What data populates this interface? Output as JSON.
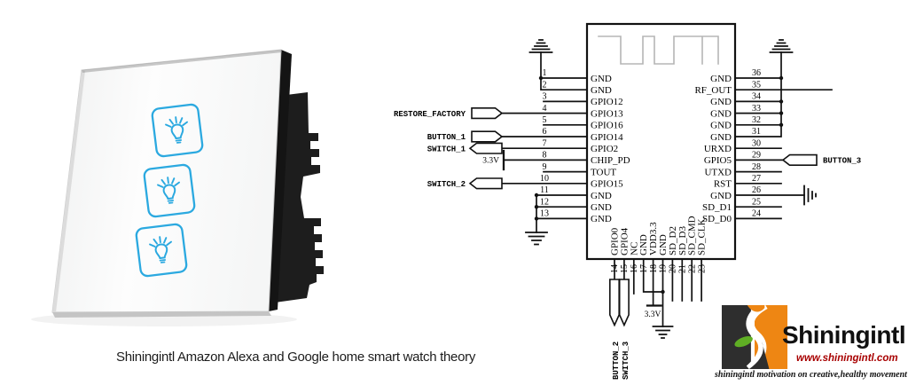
{
  "product": {
    "caption": "Shiningintl Amazon Alexa and Google home smart watch theory",
    "touch_keys": 3,
    "accent_color": "#2ba9e0"
  },
  "schematic": {
    "left_pins": [
      {
        "num": "1",
        "name": "GND"
      },
      {
        "num": "2",
        "name": "GND"
      },
      {
        "num": "3",
        "name": "GPIO12"
      },
      {
        "num": "4",
        "name": "GPIO13"
      },
      {
        "num": "5",
        "name": "GPIO16"
      },
      {
        "num": "6",
        "name": "GPIO14"
      },
      {
        "num": "7",
        "name": "GPIO2"
      },
      {
        "num": "8",
        "name": "CHIP_PD"
      },
      {
        "num": "9",
        "name": "TOUT"
      },
      {
        "num": "10",
        "name": "GPIO15"
      },
      {
        "num": "11",
        "name": "GND"
      },
      {
        "num": "12",
        "name": "GND"
      },
      {
        "num": "13",
        "name": "GND"
      }
    ],
    "right_pins": [
      {
        "num": "36",
        "name": "GND"
      },
      {
        "num": "35",
        "name": "RF_OUT"
      },
      {
        "num": "34",
        "name": "GND"
      },
      {
        "num": "33",
        "name": "GND"
      },
      {
        "num": "32",
        "name": "GND"
      },
      {
        "num": "31",
        "name": "GND"
      },
      {
        "num": "30",
        "name": "URXD"
      },
      {
        "num": "29",
        "name": "GPIO5"
      },
      {
        "num": "28",
        "name": "UTXD"
      },
      {
        "num": "27",
        "name": "RST"
      },
      {
        "num": "26",
        "name": "GND"
      },
      {
        "num": "25",
        "name": "SD_D1"
      },
      {
        "num": "24",
        "name": "SD_D0"
      }
    ],
    "bottom_pins": [
      {
        "num": "14",
        "name": "GPIO0"
      },
      {
        "num": "15",
        "name": "GPIO4"
      },
      {
        "num": "16",
        "name": "NC"
      },
      {
        "num": "17",
        "name": "GND"
      },
      {
        "num": "18",
        "name": "VDD3.3"
      },
      {
        "num": "19",
        "name": "GND"
      },
      {
        "num": "20",
        "name": "SD_D2"
      },
      {
        "num": "21",
        "name": "SD_D3"
      },
      {
        "num": "22",
        "name": "SD_CMD"
      },
      {
        "num": "23",
        "name": "SD_CLK"
      }
    ],
    "nets": {
      "restore_factory": "RESTORE_FACTORY",
      "button_1": "BUTTON_1",
      "switch_1": "SWITCH_1",
      "v33_left": "3.3V",
      "switch_2": "SWITCH_2",
      "button_3": "BUTTON_3",
      "button_2": "BUTTON_2",
      "switch_3": "SWITCH_3",
      "v33_bottom": "3.3V"
    }
  },
  "logo": {
    "brand": "Shiningintl",
    "website": "www.shiningintl.com",
    "tagline": "shiningintl motivation on creative,healthy movement",
    "orange": "#ee8613",
    "red": "#a80000",
    "green": "#5fae24"
  }
}
